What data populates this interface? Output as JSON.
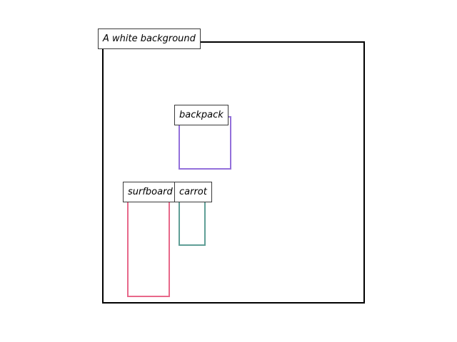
{
  "scene": {
    "caption": "A white background"
  },
  "objects": [
    {
      "label": "backpack",
      "color": "#9370DB"
    },
    {
      "label": "surfboard",
      "color": "#E8688A"
    },
    {
      "label": "carrot",
      "color": "#5F9E96"
    }
  ]
}
